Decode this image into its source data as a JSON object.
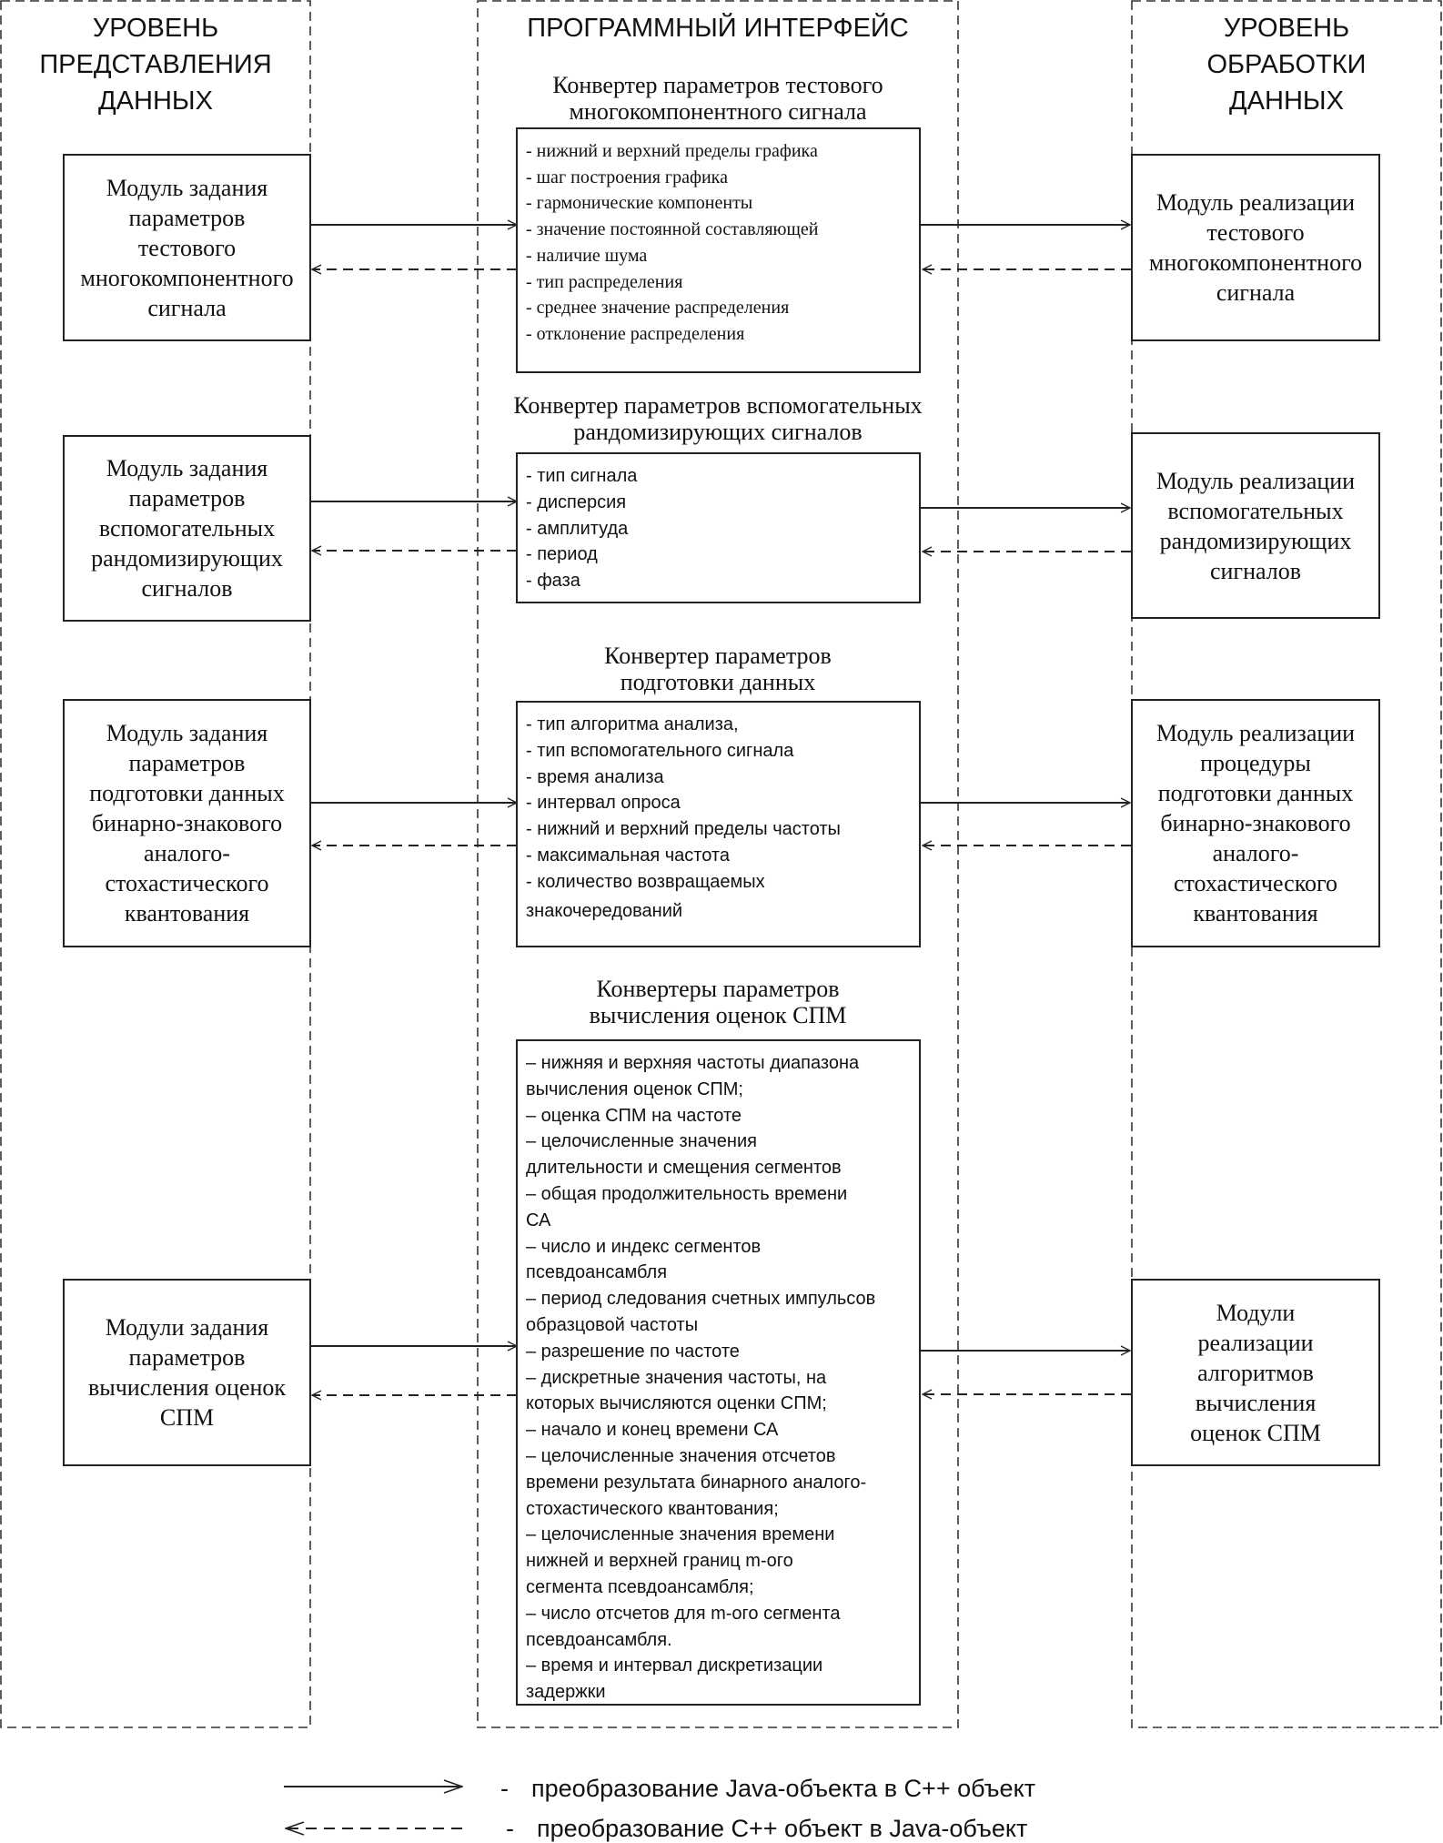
{
  "columns": {
    "left": "УРОВЕНЬ\nПРЕДСТАВЛЕНИЯ\nДАННЫХ",
    "middle": "ПРОГРАММНЫЙ ИНТЕРФЕЙС",
    "right": "УРОВЕНЬ\nОБРАБОТКИ\nДАННЫХ"
  },
  "rows": [
    {
      "left_module": "Модуль задания\nпараметров\nтестового\nмногокомпонентного\nсигнала",
      "converter_title": "Конвертер параметров тестового\nмногокомпонентного  сигнала",
      "params": [
        "- нижний и верхний пределы графика",
        "- шаг построения графика",
        "- гармонические компоненты",
        "- значение постоянной составляющей",
        "- наличие шума",
        "- тип распределения",
        "- среднее значение распределения",
        "- отклонение распределения"
      ],
      "right_module": "Модуль реализации\nтестового\nмногокомпонентного\nсигнала"
    },
    {
      "left_module": "Модуль задания\nпараметров\nвспомогательных\nрандомизирующих\nсигналов",
      "converter_title": "Конвертер параметров вспомогательных\nрандомизирующих  сигналов",
      "params": [
        "- тип сигнала",
        "- дисперсия",
        "- амплитуда",
        "- период",
        "- фаза"
      ],
      "right_module": "Модуль реализации\nвспомогательных\nрандомизирующих\nсигналов"
    },
    {
      "left_module": "Модуль задания\nпараметров\nподготовки данных\nбинарно-знакового\nаналого-\nстохастического\nквантования",
      "converter_title": "Конвертер параметров\nподготовки данных",
      "params": [
        "- тип алгоритма анализа,",
        "-  тип вспомогательного сигнала",
        "- время анализа",
        "- интервал опроса",
        "- нижний и верхний пределы частоты",
        "- максимальная частота",
        "- количество возвращаемых",
        "знакочередований"
      ],
      "right_module": "Модуль реализации\nпроцедуры\nподготовки данных\nбинарно-знакового\nаналого-\nстохастического\nквантования"
    },
    {
      "left_module": "Модули задания\nпараметров\nвычисления оценок\nСПМ",
      "converter_title": "Конвертеры параметров\nвычисления оценок СПМ",
      "params": [
        "– нижняя и верхняя частоты диапазона",
        "вычисления оценок СПМ;",
        "– оценка СПМ на частоте",
        "– целочисленные значения",
        "длительности и смещения сегментов",
        "– общая продолжительность времени",
        "СА",
        "– число и индекс сегментов",
        "псевдоансамбля",
        "– период следования счетных импульсов",
        "образцовой частоты",
        "– разрешение по частоте",
        "– дискретные значения частоты, на",
        "которых вычисляются оценки СПМ;",
        "– начало и конец времени СА",
        "– целочисленные значения отсчетов",
        "времени результата бинарного аналого-",
        "стохастического квантования;",
        "– целочисленные значения времени",
        "нижней и верхней границ m-ого",
        "сегмента псевдоансамбля;",
        "– число отсчетов для m-ого сегмента",
        "псевдоансамбля.",
        "– время и интервал дискретизации",
        "задержки"
      ],
      "right_module": "Модули\nреализации\nалгоритмов\nвычисления\nоценок СПМ"
    }
  ],
  "legend": [
    {
      "dash": "-",
      "text": "преобразование Java-объекта в С++ объект"
    },
    {
      "dash": "-",
      "text": "преобразование С++ объект в  Java-объект"
    }
  ]
}
